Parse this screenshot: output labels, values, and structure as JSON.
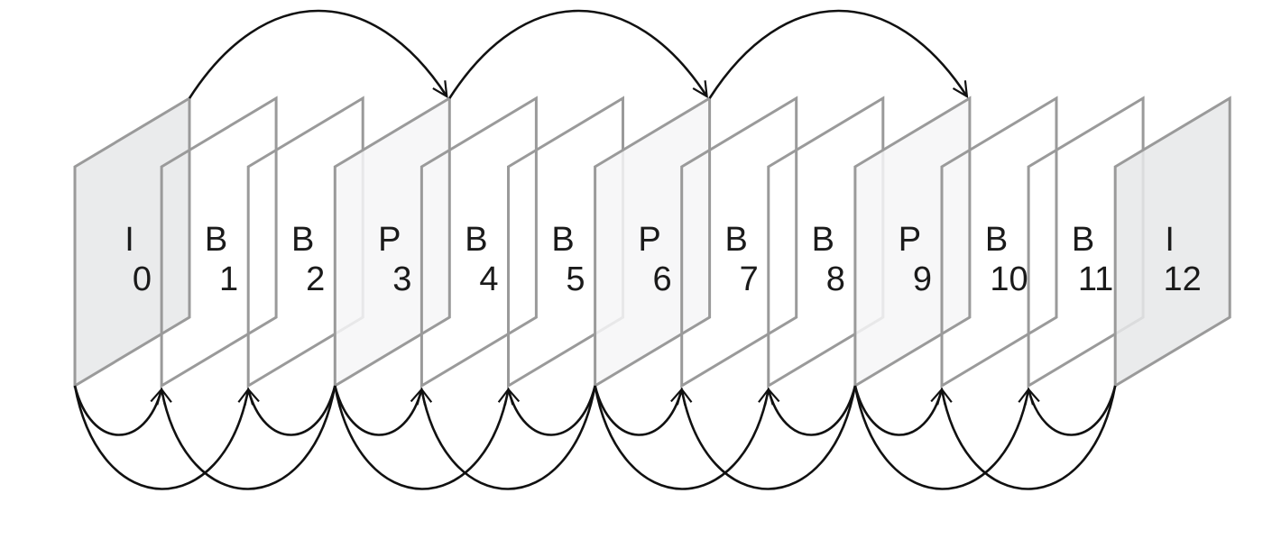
{
  "frames": [
    {
      "type": "I",
      "index": "0"
    },
    {
      "type": "B",
      "index": "1"
    },
    {
      "type": "B",
      "index": "2"
    },
    {
      "type": "P",
      "index": "3"
    },
    {
      "type": "B",
      "index": "4"
    },
    {
      "type": "B",
      "index": "5"
    },
    {
      "type": "P",
      "index": "6"
    },
    {
      "type": "B",
      "index": "7"
    },
    {
      "type": "B",
      "index": "8"
    },
    {
      "type": "P",
      "index": "9"
    },
    {
      "type": "B",
      "index": "10"
    },
    {
      "type": "B",
      "index": "11"
    },
    {
      "type": "I",
      "index": "12"
    }
  ],
  "colors": {
    "I": "#e6e7e9",
    "P": "#f6f6f7",
    "B": "none",
    "frame_stroke": "#9a9a9a",
    "arrow": "#111111"
  },
  "forward_refs": [
    {
      "from": 0,
      "to": 3
    },
    {
      "from": 3,
      "to": 6
    },
    {
      "from": 6,
      "to": 9
    }
  ],
  "bidirectional_refs": [
    {
      "from": 0,
      "to": 1
    },
    {
      "from": 0,
      "to": 2
    },
    {
      "from": 3,
      "to": 1
    },
    {
      "from": 3,
      "to": 2
    },
    {
      "from": 3,
      "to": 4
    },
    {
      "from": 3,
      "to": 5
    },
    {
      "from": 6,
      "to": 4
    },
    {
      "from": 6,
      "to": 5
    },
    {
      "from": 6,
      "to": 7
    },
    {
      "from": 6,
      "to": 8
    },
    {
      "from": 9,
      "to": 7
    },
    {
      "from": 9,
      "to": 8
    },
    {
      "from": 9,
      "to": 10
    },
    {
      "from": 9,
      "to": 11
    },
    {
      "from": 12,
      "to": 10
    },
    {
      "from": 12,
      "to": 11
    }
  ]
}
